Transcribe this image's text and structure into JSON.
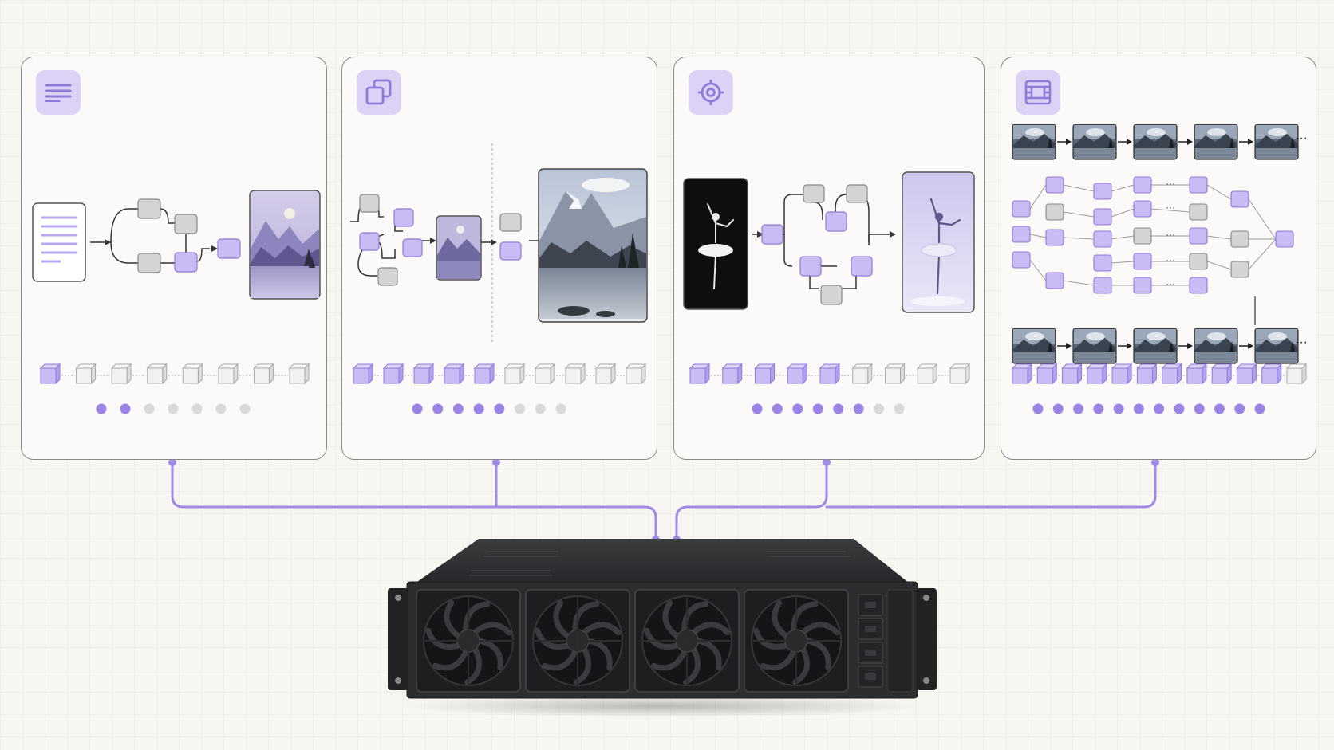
{
  "colors": {
    "accent": "#9b84e6",
    "accent_fill": "#c9bbf4",
    "accent_stroke": "#8f79d9",
    "icon_tile": "#dcd2f6",
    "node_gray": "#cfcfcf",
    "dot_inactive": "#d9d9d9",
    "connector": "#a08ae8",
    "server_body": "#2c2d2f"
  },
  "panels": [
    {
      "id": "text-to-image",
      "icon": "text-lines-icon",
      "token_blocks": 8,
      "active_blocks": 1,
      "progress_dots": 7,
      "active_dots": 2
    },
    {
      "id": "image-to-image",
      "icon": "layers-icon",
      "token_blocks": 10,
      "active_blocks": 5,
      "progress_dots": 8,
      "active_dots": 5
    },
    {
      "id": "pose-guided",
      "icon": "target-icon",
      "token_blocks": 9,
      "active_blocks": 5,
      "progress_dots": 8,
      "active_dots": 6
    },
    {
      "id": "video",
      "icon": "film-icon",
      "token_blocks": 12,
      "active_blocks": 11,
      "progress_dots": 12,
      "active_dots": 12
    }
  ],
  "video_ellipsis": "···",
  "server": {
    "fans": 4,
    "drive_bays": 4
  }
}
